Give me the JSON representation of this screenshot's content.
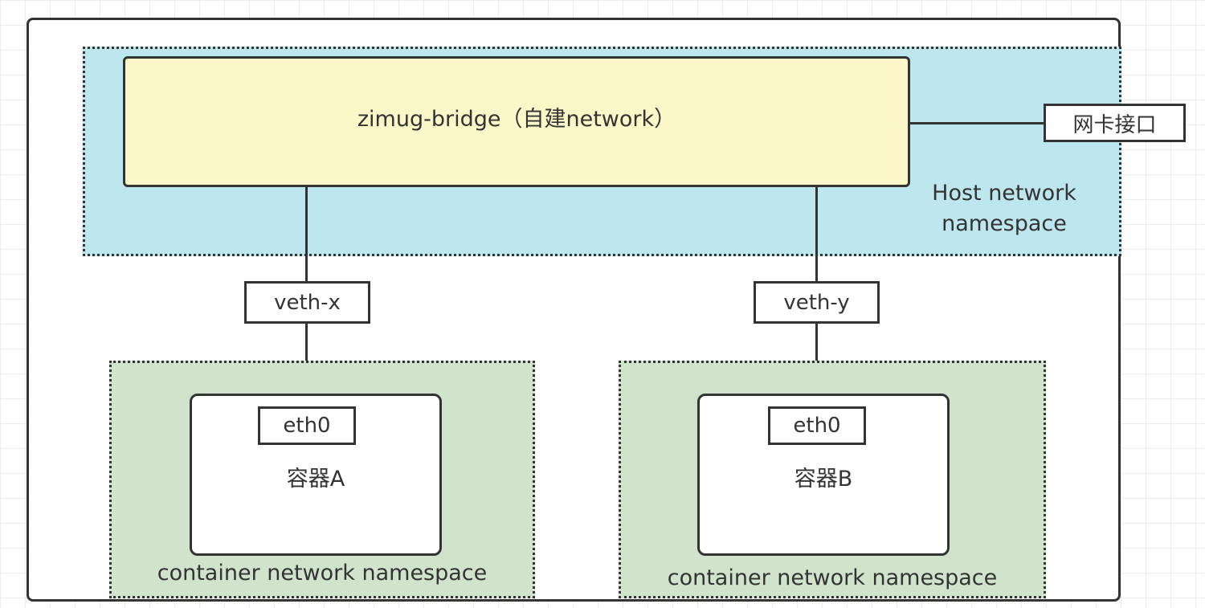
{
  "bridge": {
    "label": "zimug-bridge（自建network）"
  },
  "nic": {
    "label": "网卡接口"
  },
  "host_namespace": {
    "line1": "Host network",
    "line2": "namespace"
  },
  "veth_left": {
    "label": "veth-x"
  },
  "veth_right": {
    "label": "veth-y"
  },
  "container_a": {
    "eth": "eth0",
    "name": "容器A",
    "namespace_label": "container network namespace"
  },
  "container_b": {
    "eth": "eth0",
    "name": "容器B",
    "namespace_label": "container network namespace"
  }
}
